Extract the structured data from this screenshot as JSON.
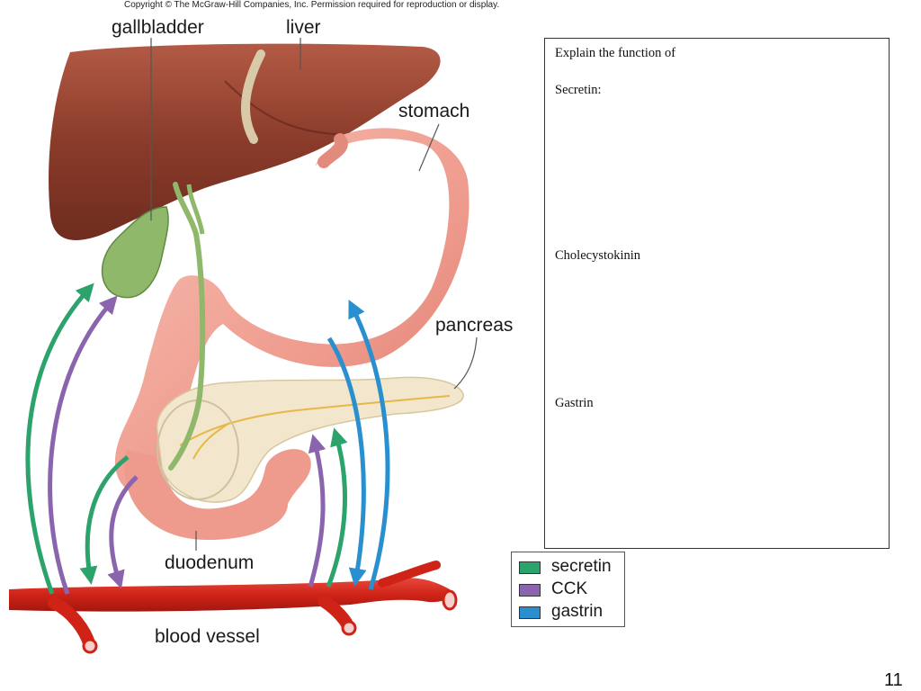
{
  "copyright": "Copyright © The McGraw-Hill Companies, Inc. Permission required for reproduction or display.",
  "labels": {
    "gallbladder": "gallbladder",
    "liver": "liver",
    "stomach": "stomach",
    "pancreas": "pancreas",
    "duodenum": "duodenum",
    "blood_vessel": "blood vessel"
  },
  "textbox": {
    "heading": "Explain the function of",
    "secretin": "Secretin:",
    "cck": "Cholecystokinin",
    "gastrin": "Gastrin"
  },
  "legend": {
    "items": [
      {
        "label": "secretin",
        "color": "#2ba36b"
      },
      {
        "label": "CCK",
        "color": "#8a64ad"
      },
      {
        "label": "gastrin",
        "color": "#2a8fcf"
      }
    ]
  },
  "colors": {
    "liver": "#8a3b2a",
    "stomach": "#f0a69a",
    "pancreas": "#f2e6cc",
    "gallbladder": "#8fb86a",
    "blood_vessel": "#d4281e"
  },
  "slide_number": "11"
}
